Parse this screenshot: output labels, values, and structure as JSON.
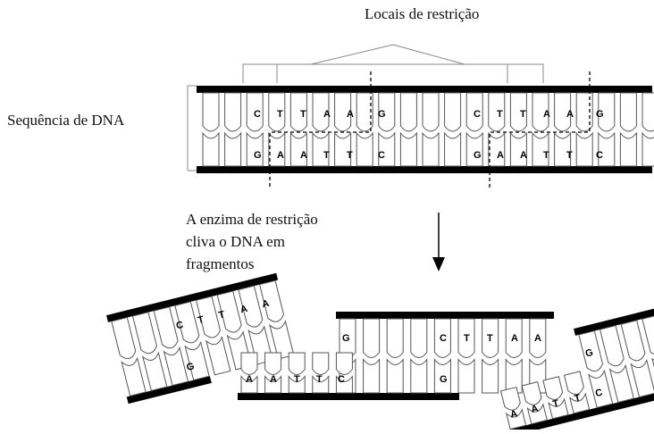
{
  "labels": {
    "restriction_sites": "Locais de restrição",
    "dna_sequence": "Sequência de DNA",
    "enzyme_line1": "A enzima de restrição",
    "enzyme_line2": "cliva o DNA em",
    "enzyme_line3": "fragmentos"
  },
  "site": {
    "top_strand": [
      "C",
      "T",
      "T",
      "A",
      "A",
      "G"
    ],
    "bottom_strand": [
      "G",
      "A",
      "A",
      "T",
      "T",
      "C"
    ]
  },
  "fragments": {
    "left_overhang": [
      "C",
      "T",
      "T",
      "A",
      "A"
    ],
    "left_end_bottom": "G",
    "middle_bottom_overhang": [
      "A",
      "A",
      "T",
      "T",
      "C"
    ],
    "middle_top_start": "G",
    "middle_top_overhang": [
      "C",
      "T",
      "T",
      "A",
      "A"
    ],
    "middle_bottom_end": "G",
    "right_top_start": "G",
    "right_overhang": [
      "A",
      "A",
      "T",
      "T",
      "C"
    ]
  },
  "colors": {
    "ink": "#000000",
    "outline": "#555555",
    "bracket": "#888888"
  }
}
